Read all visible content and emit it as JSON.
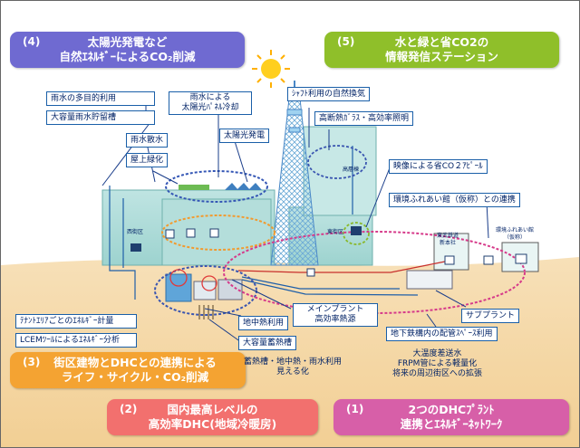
{
  "panels": {
    "p4": {
      "num": "(4)",
      "line1": "太陽光発電など",
      "line2": "自然ｴﾈﾙｷﾞｰによるCO₂削減",
      "color": "#6f6ad1"
    },
    "p5": {
      "num": "(5)",
      "line1": "水と緑と省CO2の",
      "line2": "情報発信ステーション",
      "color": "#8fbf2a"
    },
    "p3": {
      "num": "(3)",
      "line1": "街区建物とDHCとの連携による",
      "line2": "ライフ・サイクル・CO₂削減",
      "color": "#f4a332"
    },
    "p2": {
      "num": "(2)",
      "line1": "国内最高レベルの",
      "line2": "高効率DHC(地域冷暖房)",
      "color": "#f2706e"
    },
    "p1": {
      "num": "(1)",
      "line1": "2つのDHCﾌﾟﾗﾝﾄ",
      "line2": "連携とｴﾈﾙｷﾞｰﾈｯﾄﾜｰｸ",
      "color": "#d75fa8"
    }
  },
  "labels": {
    "rain_multi": "雨水の多目的利用",
    "rain_storage": "大容量雨水貯留槽",
    "rain_spray": "雨水散水",
    "roof_green": "屋上緑化",
    "rain_solar_cool_1": "雨水による",
    "rain_solar_cool_2": "太陽光ﾊﾟﾈﾙ冷却",
    "solar_power": "太陽光発電",
    "shaft_vent": "ｼｬﾌﾄ利用の自然換気",
    "glass_light": "高断熱ｶﾞﾗｽ・高効率照明",
    "video_co2": "映像による省CO２ｱﾋﾟｰﾙ",
    "env_hall_link": "環境ふれあい館（仮称）との連携",
    "tenant_meter": "ﾃﾅﾝﾄｴﾘｱごとのｴﾈﾙｷﾞｰ計量",
    "lcem": "LCEMﾂｰﾙによるｴﾈﾙｷﾞｰ分析",
    "main_plant_1": "メインプラント",
    "main_plant_2": "高効率熱源",
    "underground_heat": "地中熱利用",
    "big_storage": "大容量蓄熱槽",
    "vis_1": "蓄熱槽・地中熱・雨水利用",
    "vis_2": "見える化",
    "sub_plant": "サブプラント",
    "subway_pipe": "地下鉄構内の配管ｽﾍﾟｰｽ利用",
    "temp_diff_1": "大温度差送水",
    "temp_diff_2": "FRPM管による軽量化",
    "temp_diff_3": "将来の周辺街区への拡張"
  },
  "building_texts": {
    "west_zone": "西街区",
    "east_zone": "東街区",
    "high_floor": "高層棟",
    "tobu_station_1": "東武鉄道",
    "tobu_station_2": "新本社",
    "env_hall_small_1": "環境ふれあい館",
    "env_hall_small_2": "（仮称）"
  }
}
